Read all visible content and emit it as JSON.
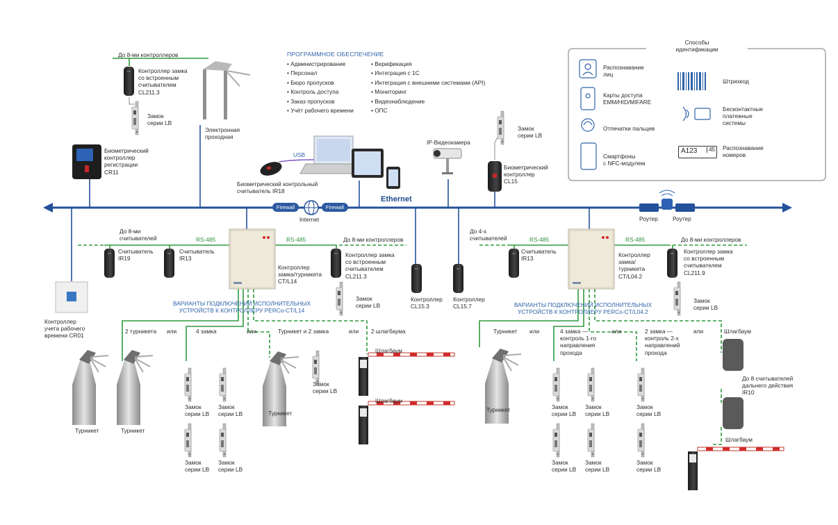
{
  "software": {
    "title": "ПРОГРАММНОЕ ОБЕСПЕЧЕНИЕ",
    "col1": [
      "Администрирование",
      "Персонал",
      "Бюро пропусков",
      "Контроль доступа",
      "Заказ пропусков",
      "Учёт рабочего времени"
    ],
    "col2": [
      "Верификация",
      "Интеграция с 1С",
      "Интеграция с внешними системами (API)",
      "Мониторинг",
      "Видеонаблюдение",
      "ОПС"
    ]
  },
  "id_panel": {
    "title": "Способы\nидентификации",
    "items": {
      "face": "Распознавание\nлиц",
      "cards": "Карты доступа\nEMM/HID/MIFARE",
      "finger": "Отпечатки пальцев",
      "phone": "Смартфоны\nс NFC-модулем",
      "barcode": "Штрихкод",
      "contactless": "Бесконтактные\nплатежные\nсистемы",
      "plates": "Распознавание\nномеров",
      "plate_a": "A123",
      "plate_b": "45"
    }
  },
  "network": {
    "ethernet": "Ethernet",
    "firewall": "Firewall",
    "internet": "Internet",
    "usb": "USB",
    "wifi": "WiFi",
    "router": "Роутер"
  },
  "top": {
    "up_to_8": "До 8-ми контроллеров",
    "cl211_top": "Контроллер замка\nсо встроенным\nсчитывателем\nCL211.3",
    "lock_lb": "Замок\nсерии LB",
    "gate": "Электронная\nпроходная",
    "cr11": "Биометрический\nконтроллер\nрегистрации\nCR11",
    "ir18": "Биометрический контрольный\nсчитыватель IR18",
    "camera": "IP-Видеокамера",
    "cl15": "Биометрический\nконтроллер\nCL15",
    "lock_lb_cam": "Замок\nсерии LB"
  },
  "left": {
    "up_to_8_readers": "До 8-ми\nсчитывателей",
    "rs485": "RS-485",
    "ir19": "Считыватель\nIR19",
    "ir13": "Считыватель\nIR13",
    "ctl14": "Контроллер\nзамка/турникета\nCT/L14",
    "up_to_8_ctrl": "До 8-ми контроллеров",
    "cl211": "Контроллер замка\nсо встроенным\nсчитывателем\nCL211.3",
    "lock": "Замок\nсерии LB",
    "cr01": "Контроллер\nучета рабочего\nвремени CR01",
    "variants": "ВАРИАНТЫ ПОДКЛЮЧЕНИЙ ИСПОЛНИТЕЛЬНЫХ\nУСТРОЙСТВ К КОНТРОЛЛЕРУ PERCo-CT/L14",
    "opt_2turn": "2 турникета",
    "or": "или",
    "opt_4locks": "4 замка",
    "opt_turn2locks": "Турникет и 2 замка",
    "opt_2barr": "2 шлагбаума",
    "turnstile": "Турникет",
    "barrier": "Шлагбаум",
    "cl153": "Контроллер\nCL15.3",
    "cl157": "Контроллер\nCL15.7"
  },
  "right": {
    "up_to_4_readers": "До 4-х\nсчитывателей",
    "rs485": "RS-485",
    "ir13": "Считыватель\nIR13",
    "ctl042": "Контроллер\nзамка/\nтурникета\nCT/L04.2",
    "up_to_8_ctrl": "До 8-ми контроллеров",
    "cl2119": "Контроллер замка\nсо встроенным\nсчитывателем\nCL211.9",
    "lock": "Замок\nсерии LB",
    "variants": "ВАРИАНТЫ ПОДКЛЮЧЕНИЙ ИСПОЛНИТЕЛЬНЫХ\nУСТРОЙСТВ К КОНТРОЛЛЕРУ PERCo-CT/L04.2",
    "opt_turn": "Турникет",
    "or": "или",
    "opt_4locks": "4 замка —\nконтроль 1-го\nнаправления\nпрохода",
    "opt_2locks": "2 замка —\nконтроль 2-х\nнаправлений\nпрохода",
    "opt_barrier": "Шлагбаум",
    "ir10": "До 8 считывателей\nдальнего действия\nIR10",
    "turnstile": "Турникет",
    "barrier": "Шлагбаум"
  },
  "colors": {
    "bus": "#23519a",
    "green": "#2f9a3e",
    "accent_red": "#d22b2b"
  }
}
